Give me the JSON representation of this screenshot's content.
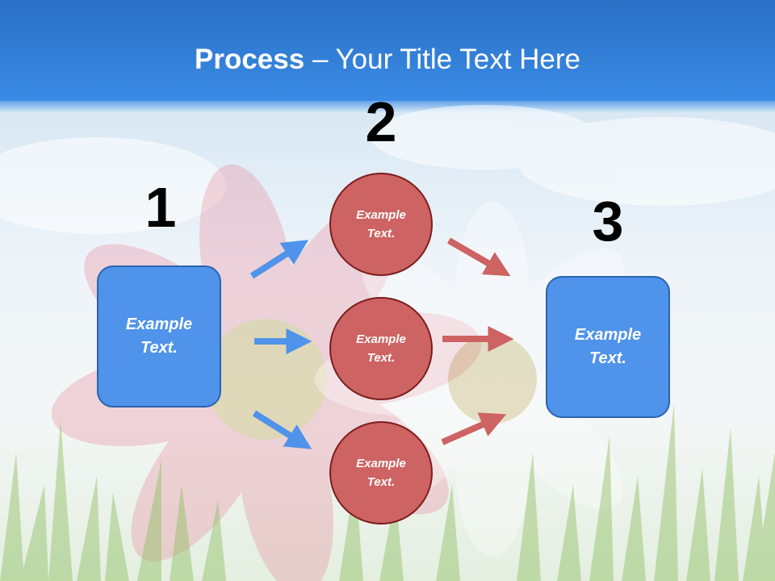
{
  "title": {
    "bold": "Process",
    "rest": " – Your Title Text Here"
  },
  "steps": [
    {
      "number": "1",
      "text": "Example Text."
    },
    {
      "number": "2",
      "items": [
        "Example Text.",
        "Example Text.",
        "Example Text."
      ]
    },
    {
      "number": "3",
      "text": "Example Text."
    }
  ],
  "colors": {
    "title_bar": "#3a8be6",
    "box_fill": "#4f93ea",
    "circle_fill": "#cd6362",
    "arrow_blue": "#4f93ea",
    "arrow_red": "#cd6362"
  }
}
